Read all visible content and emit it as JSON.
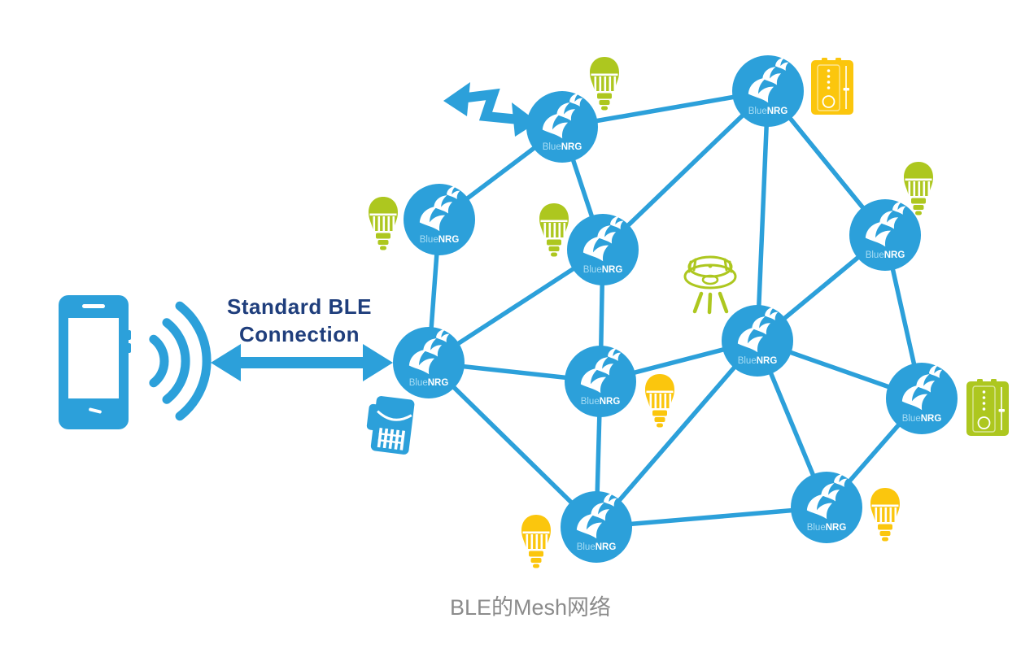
{
  "caption": "BLE的Mesh网络",
  "connection_label": {
    "line1": "Standard BLE",
    "line2": "Connection"
  },
  "node_label": {
    "light": "Blue",
    "bold": "NRG"
  },
  "mesh": {
    "node_count": 11,
    "link_count": 20,
    "node_name": "BlueNRG"
  },
  "accessories": {
    "green_led_bulbs": 4,
    "yellow_led_bulbs": 3,
    "yellow_dimmer_remote": 1,
    "green_dimmer_remote": 1,
    "blue_remote": 1,
    "smoke_detector": 1,
    "smartphone": 1
  },
  "colors": {
    "mesh_blue": "#2ca0da",
    "navy_text": "#1f3e7c",
    "accessory_green": "#adc71f",
    "accessory_yellow": "#fbc60d",
    "caption_gray": "#8b8b8b",
    "node_label_light": "#a6dcf4",
    "node_label_bold": "#ffffff"
  }
}
